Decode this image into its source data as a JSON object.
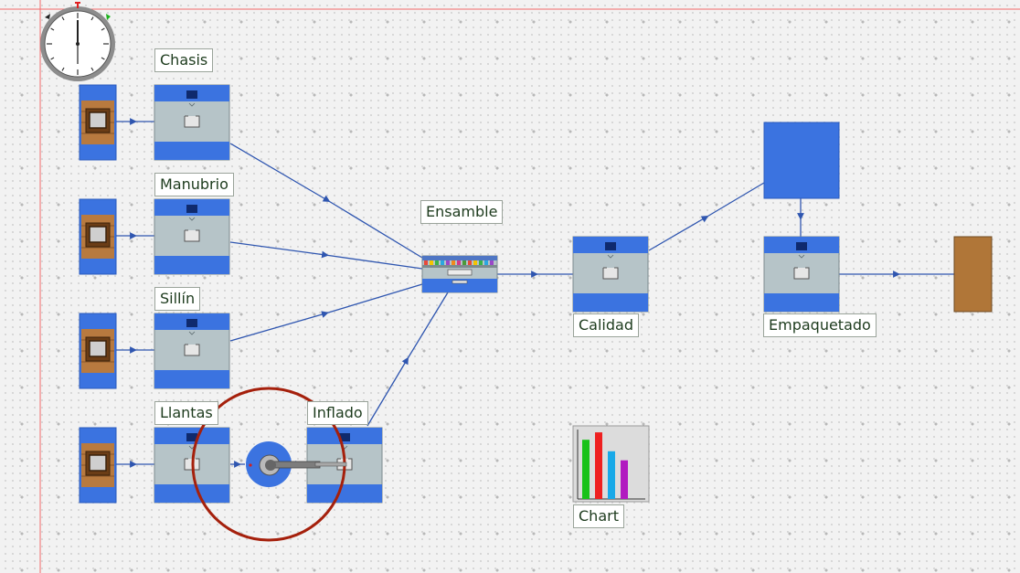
{
  "labels": {
    "chasis": "Chasis",
    "manubrio": "Manubrio",
    "sillin": "Sillín",
    "llantas": "Llantas",
    "inflado": "Inflado",
    "ensamble": "Ensamble",
    "calidad": "Calidad",
    "empaquetado": "Empaquetado",
    "chart": "Chart"
  },
  "colors": {
    "station_blue": "#3b73e0",
    "station_body": "#b6c4c8",
    "connector": "#2f56b0",
    "source_brick": "#b87a3f",
    "sink_brown": "#b07638",
    "robot_circle": "#a5200c",
    "origin_line": "#f26b6b"
  },
  "icons": {
    "clock": "clock-icon",
    "source": "source-icon",
    "sink": "sink-icon",
    "robot": "robot-arm-icon",
    "chart": "bar-chart-icon"
  },
  "chart_icon_bars": [
    {
      "color": "#19c219",
      "value": 0.72
    },
    {
      "color": "#ee2020",
      "value": 0.81
    },
    {
      "color": "#18a9e8",
      "value": 0.58
    },
    {
      "color": "#b11ac0",
      "value": 0.47
    }
  ]
}
